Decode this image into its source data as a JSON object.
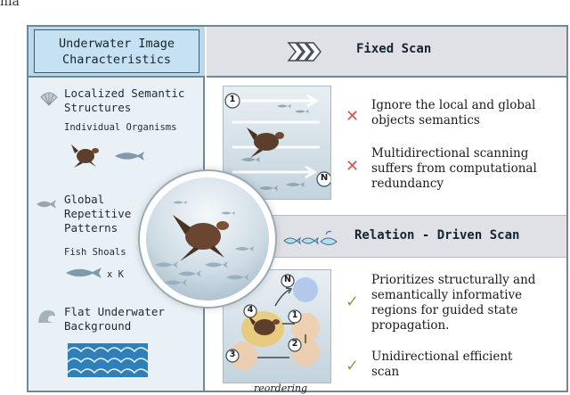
{
  "top_fragment": "nia",
  "left": {
    "header": "Underwater Image\nCharacteristics",
    "sections": [
      {
        "title": "Localized Semantic\nStructures",
        "subtitle": "Individual Organisms",
        "icon": "shell-icon"
      },
      {
        "title": "Global\nRepetitive\nPatterns",
        "subtitle": "Fish Shoals",
        "multiplier": "x K",
        "icon": "fish-icon"
      },
      {
        "title": "Flat Underwater\nBackground",
        "icon": "wave-icon"
      }
    ]
  },
  "fixed_scan": {
    "title": "Fixed Scan",
    "start_label": "1",
    "end_label": "N",
    "points": [
      {
        "mark": "✕",
        "text": "Ignore the local and global\nobjects semantics"
      },
      {
        "mark": "✕",
        "text": "Multidirectional scanning\nsuffers from computational\nredundancy"
      }
    ]
  },
  "relation_scan": {
    "title": "Relation - Driven Scan",
    "order_labels": [
      "N",
      "4",
      "1",
      "2",
      "3"
    ],
    "caption": "reordering",
    "points": [
      {
        "mark": "✓",
        "text": "Prioritizes structurally and\nsemantically informative\nregions for guided state\npropagation."
      },
      {
        "mark": "✓",
        "text": "Unidirectional efficient\nscan"
      }
    ]
  },
  "colors": {
    "frame": "#6f8796",
    "left_bg": "#e9f1f6",
    "header_bg": "#b9d9ec",
    "right_header_bg": "#dfe1e6",
    "cross": "#d9534f",
    "check": "#8aa24a"
  }
}
